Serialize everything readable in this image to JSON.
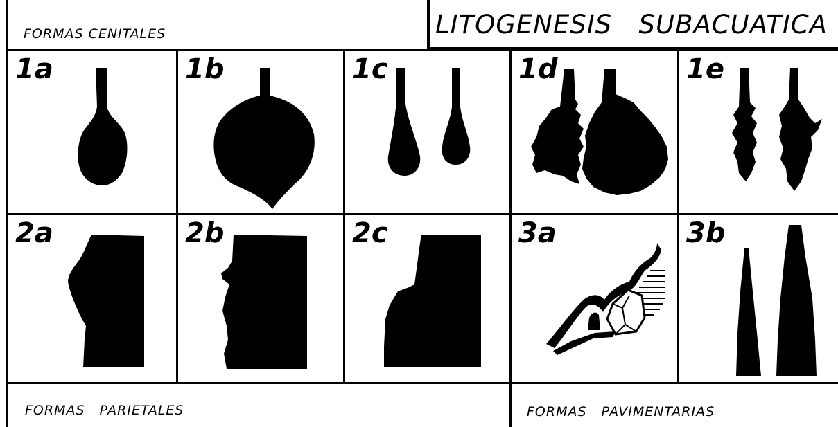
{
  "title": "LITOGENESIS   SUBACUATICA",
  "sections": {
    "cenitales": "FORMAS   CENITALES",
    "parietales": "FORMAS   PARIETALES",
    "pavimentarias": "FORMAS   PAVIMENTARIAS"
  },
  "panels": {
    "1a": "1a",
    "1b": "1b",
    "1c": "1c",
    "1d": "1d",
    "1e": "1e",
    "2a": "2a",
    "2b": "2b",
    "2c": "2c",
    "3a": "3a",
    "3b": "3b"
  },
  "colors": {
    "ink": "#000000",
    "paper": "#ffffff"
  }
}
